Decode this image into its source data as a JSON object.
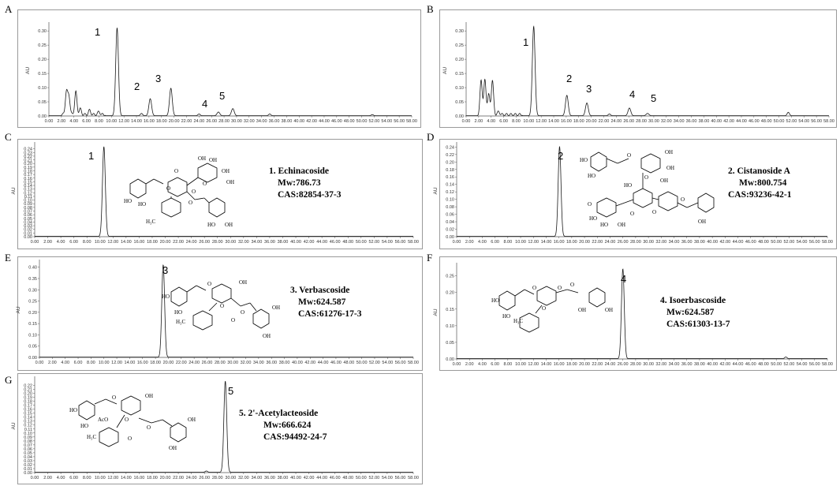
{
  "panels": [
    {
      "letter": "A"
    },
    {
      "letter": "B"
    },
    {
      "letter": "C"
    },
    {
      "letter": "D"
    },
    {
      "letter": "E"
    },
    {
      "letter": "F"
    },
    {
      "letter": "G"
    }
  ],
  "compounds": [
    {
      "name": "1. Echinacoside",
      "mw": "Mw:786.73",
      "cas": "CAS:82854-37-3"
    },
    {
      "name": "2. Cistanoside A",
      "mw": "Mw:800.754",
      "cas": "CAS:93236-42-1"
    },
    {
      "name": "3. Verbascoside",
      "mw": "Mw:624.587",
      "cas": "CAS:61276-17-3"
    },
    {
      "name": "4. Isoerbascoside",
      "mw": "Mw:624.587",
      "cas": "CAS:61303-13-7"
    },
    {
      "name": "5. 2'-Acetylacteoside",
      "mw": "Mw:666.624",
      "cas": "CAS:94492-24-7"
    }
  ],
  "structure_labels": {
    "c": [
      "HO",
      "HO",
      "O",
      "O",
      "O",
      "O",
      "O",
      "OH",
      "OH",
      "OH",
      "H₃C",
      "OH",
      "HO",
      "OH"
    ],
    "d": [
      "HO",
      "HO",
      "O",
      "O",
      "OH",
      "OH",
      "HO",
      "O",
      "HO",
      "HO",
      "OH",
      "OH",
      "O",
      "O",
      "O",
      "OH"
    ],
    "e": [
      "HO",
      "HO",
      "O",
      "O",
      "OH",
      "H₃C",
      "O",
      "O",
      "OH",
      "OH"
    ],
    "f": [
      "HO",
      "HO",
      "O",
      "O",
      "O",
      "H₃C",
      "O",
      "OH",
      "OH"
    ],
    "g": [
      "HO",
      "HO",
      "O",
      "O",
      "OH",
      "AcO",
      "H₃C",
      "O",
      "O",
      "OH",
      "OH"
    ]
  },
  "chart_data": [
    {
      "panel": "A",
      "type": "line",
      "ylabel": "AU",
      "xlim": [
        0,
        58
      ],
      "ylim": [
        0,
        0.32
      ],
      "x_ticks": [
        "0.00",
        "2.00",
        "4.00",
        "6.00",
        "8.00",
        "10.00",
        "12.00",
        "14.00",
        "16.00",
        "18.00",
        "20.00",
        "22.00",
        "24.00",
        "26.00",
        "28.00",
        "30.00",
        "32.00",
        "34.00",
        "36.00",
        "38.00",
        "40.00",
        "42.00",
        "44.00",
        "46.00",
        "48.00",
        "50.00",
        "52.00",
        "54.00",
        "56.00",
        "58.00"
      ],
      "y_ticks": [
        "0.00",
        "0.05",
        "0.10",
        "0.15",
        "0.20",
        "0.25",
        "0.30"
      ],
      "peaks": [
        {
          "label": "1",
          "x": 10.9,
          "y": 0.31
        },
        {
          "label": "2",
          "x": 16.2,
          "y": 0.06
        },
        {
          "label": "3",
          "x": 19.5,
          "y": 0.097
        },
        {
          "label": "4",
          "x": 27.1,
          "y": 0.013
        },
        {
          "label": "5",
          "x": 29.4,
          "y": 0.025
        }
      ],
      "minor_peaks": [
        {
          "x": 2.8,
          "y": 0.08
        },
        {
          "x": 3.2,
          "y": 0.065
        },
        {
          "x": 4.3,
          "y": 0.08
        },
        {
          "x": 5.0,
          "y": 0.02
        },
        {
          "x": 6.5,
          "y": 0.015
        },
        {
          "x": 8.0,
          "y": 0.01
        },
        {
          "x": 14.8,
          "y": 0.008
        },
        {
          "x": 24.0,
          "y": 0.006
        },
        {
          "x": 35.3,
          "y": 0.006
        },
        {
          "x": 51.7,
          "y": 0.004
        }
      ]
    },
    {
      "panel": "B",
      "type": "line",
      "ylabel": "AU",
      "xlim": [
        0,
        58
      ],
      "ylim": [
        0,
        0.32
      ],
      "x_ticks": [
        "0.00",
        "2.00",
        "4.00",
        "6.00",
        "8.00",
        "10.00",
        "12.00",
        "14.00",
        "16.00",
        "18.00",
        "20.00",
        "22.00",
        "24.00",
        "26.00",
        "28.00",
        "30.00",
        "32.00",
        "34.00",
        "36.00",
        "38.00",
        "40.00",
        "42.00",
        "44.00",
        "46.00",
        "48.00",
        "50.00",
        "52.00",
        "54.00",
        "56.00",
        "58.00"
      ],
      "y_ticks": [
        "0.00",
        "0.05",
        "0.10",
        "0.15",
        "0.20",
        "0.25",
        "0.30"
      ],
      "peaks": [
        {
          "label": "1",
          "x": 10.8,
          "y": 0.315
        },
        {
          "label": "2",
          "x": 16.1,
          "y": 0.072
        },
        {
          "label": "3",
          "x": 19.3,
          "y": 0.045
        },
        {
          "label": "4",
          "x": 26.1,
          "y": 0.027
        },
        {
          "label": "5",
          "x": 29.0,
          "y": 0.008
        }
      ],
      "minor_peaks": [
        {
          "x": 2.4,
          "y": 0.12
        },
        {
          "x": 3.0,
          "y": 0.12
        },
        {
          "x": 3.6,
          "y": 0.07
        },
        {
          "x": 4.2,
          "y": 0.12
        },
        {
          "x": 5.2,
          "y": 0.01
        },
        {
          "x": 22.9,
          "y": 0.006
        },
        {
          "x": 51.5,
          "y": 0.012
        }
      ]
    },
    {
      "panel": "C",
      "type": "line",
      "ylabel": "AU",
      "xlim": [
        0,
        58
      ],
      "ylim": [
        0,
        0.25
      ],
      "x_ticks": [
        "0.00",
        "2.00",
        "4.00",
        "6.00",
        "8.00",
        "10.00",
        "12.00",
        "14.00",
        "16.00",
        "18.00",
        "20.00",
        "22.00",
        "24.00",
        "26.00",
        "28.00",
        "30.00",
        "32.00",
        "34.00",
        "36.00",
        "38.00",
        "40.00",
        "42.00",
        "44.00",
        "46.00",
        "48.00",
        "50.00",
        "52.00",
        "54.00",
        "56.00",
        "58.00"
      ],
      "y_ticks": [
        "0.00",
        "0.01",
        "0.02",
        "0.03",
        "0.04",
        "0.05",
        "0.06",
        "0.07",
        "0.08",
        "0.09",
        "0.10",
        "0.11",
        "0.12",
        "0.13",
        "0.14",
        "0.15",
        "0.16",
        "0.17",
        "0.18",
        "0.19",
        "0.20",
        "0.21",
        "0.22",
        "0.23",
        "0.24"
      ],
      "peaks": [
        {
          "label": "1",
          "x": 10.6,
          "y": 0.245
        }
      ],
      "minor_peaks": []
    },
    {
      "panel": "D",
      "type": "line",
      "ylabel": "AU",
      "xlim": [
        0,
        58
      ],
      "ylim": [
        0,
        0.245
      ],
      "x_ticks": [
        "0.00",
        "2.00",
        "4.00",
        "6.00",
        "8.00",
        "10.00",
        "12.00",
        "14.00",
        "16.00",
        "18.00",
        "20.00",
        "22.00",
        "24.00",
        "26.00",
        "28.00",
        "30.00",
        "32.00",
        "34.00",
        "36.00",
        "38.00",
        "40.00",
        "42.00",
        "44.00",
        "46.00",
        "48.00",
        "50.00",
        "52.00",
        "54.00",
        "56.00",
        "58.00"
      ],
      "y_ticks": [
        "0.00",
        "0.02",
        "0.04",
        "0.06",
        "0.08",
        "0.10",
        "0.12",
        "0.14",
        "0.16",
        "0.18",
        "0.20",
        "0.22",
        "0.24"
      ],
      "peaks": [
        {
          "label": "2",
          "x": 16.1,
          "y": 0.24
        }
      ],
      "minor_peaks": []
    },
    {
      "panel": "E",
      "type": "line",
      "ylabel": "AU",
      "xlim": [
        0,
        58
      ],
      "ylim": [
        0,
        0.42
      ],
      "x_ticks": [
        "0.00",
        "2.00",
        "4.00",
        "6.00",
        "8.00",
        "10.00",
        "12.00",
        "14.00",
        "16.00",
        "18.00",
        "20.00",
        "22.00",
        "24.00",
        "26.00",
        "28.00",
        "30.00",
        "32.00",
        "34.00",
        "36.00",
        "38.00",
        "40.00",
        "42.00",
        "44.00",
        "46.00",
        "48.00",
        "50.00",
        "52.00",
        "54.00",
        "56.00",
        "58.00"
      ],
      "y_ticks": [
        "0.00",
        "0.05",
        "0.10",
        "0.15",
        "0.20",
        "0.25",
        "0.30",
        "0.35",
        "0.40"
      ],
      "peaks": [
        {
          "label": "3",
          "x": 19.2,
          "y": 0.41
        }
      ],
      "minor_peaks": []
    },
    {
      "panel": "F",
      "type": "line",
      "ylabel": "AU",
      "xlim": [
        0,
        58
      ],
      "ylim": [
        0,
        0.28
      ],
      "x_ticks": [
        "0.00",
        "2.00",
        "4.00",
        "6.00",
        "8.00",
        "10.00",
        "12.00",
        "14.00",
        "16.00",
        "18.00",
        "20.00",
        "22.00",
        "24.00",
        "26.00",
        "28.00",
        "30.00",
        "32.00",
        "34.00",
        "36.00",
        "38.00",
        "40.00",
        "42.00",
        "44.00",
        "46.00",
        "48.00",
        "50.00",
        "52.00",
        "54.00",
        "56.00",
        "58.00"
      ],
      "y_ticks": [
        "0.00",
        "0.05",
        "0.10",
        "0.15",
        "0.20",
        "0.25"
      ],
      "peaks": [
        {
          "label": "4",
          "x": 26.0,
          "y": 0.27
        }
      ],
      "minor_peaks": [
        {
          "x": 51.5,
          "y": 0.005
        }
      ]
    },
    {
      "panel": "G",
      "type": "line",
      "ylabel": "AU",
      "xlim": [
        0,
        58
      ],
      "ylim": [
        0,
        0.235
      ],
      "x_ticks": [
        "0.00",
        "2.00",
        "4.00",
        "6.00",
        "8.00",
        "10.00",
        "12.00",
        "14.00",
        "16.00",
        "18.00",
        "20.00",
        "22.00",
        "24.00",
        "26.00",
        "28.00",
        "30.00",
        "32.00",
        "34.00",
        "36.00",
        "38.00",
        "40.00",
        "42.00",
        "44.00",
        "46.00",
        "48.00",
        "50.00",
        "52.00",
        "54.00",
        "56.00",
        "58.00"
      ],
      "y_ticks": [
        "0.00",
        "0.01",
        "0.02",
        "0.03",
        "0.04",
        "0.05",
        "0.06",
        "0.07",
        "0.08",
        "0.09",
        "0.10",
        "0.11",
        "0.12",
        "0.13",
        "0.14",
        "0.15",
        "0.16",
        "0.17",
        "0.18",
        "0.19",
        "0.20",
        "0.21",
        "0.22"
      ],
      "peaks": [
        {
          "label": "5",
          "x": 29.2,
          "y": 0.23
        }
      ],
      "minor_peaks": [
        {
          "x": 26.3,
          "y": 0.003
        }
      ]
    }
  ]
}
